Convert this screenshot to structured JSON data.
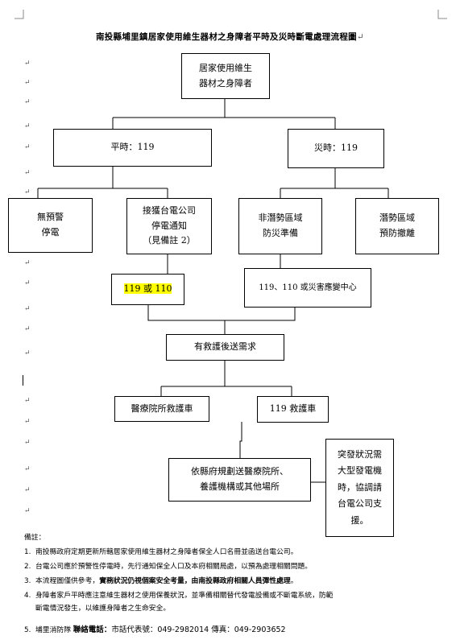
{
  "title": "南投縣埔里鎮居家使用維生器材之身障者平時及災時斷電處理流程圖",
  "paragraph_mark": "↵",
  "flow": {
    "top": {
      "line1": "居家使用維生",
      "line2": "器材之身障者"
    },
    "normal": "平時：119",
    "disaster": "災時：119",
    "no_warning": {
      "line1": "無預警",
      "line2": "停電"
    },
    "notice": {
      "line1": "接獲台電公司",
      "line2": "停電通知",
      "line3": "（見備註 2）"
    },
    "non_risk": {
      "line1": "非潛勢區域",
      "line2": "防災準備"
    },
    "risk": {
      "line1": "潛勢區域",
      "line2": "預防撤離"
    },
    "call_119_110": "119 或 110",
    "emergency_center": "119、110 或災害應變中心",
    "rescue_need": "有救護後送需求",
    "hospital_ambulance": "醫療院所救護車",
    "ambulance_119": "119 救護車",
    "transport": {
      "line1": "依縣府規劃送醫療院所、",
      "line2": "養護機構或其他場所"
    },
    "emergency": {
      "line1": "突發狀況需",
      "line2": "大型發電機",
      "line3": "時，協調請",
      "line4": "台電公司支",
      "line5": "援。"
    }
  },
  "notes": {
    "heading": "備註：",
    "items": [
      {
        "num": "1.",
        "text": "南投縣政府定期更新所轄居家使用維生器材之身障者保全人口名冊並函送台電公司。"
      },
      {
        "num": "2.",
        "text": "台電公司應於預警性停電時，先行通知保全人口及本府相關局處，以預為處理相關問題。"
      },
      {
        "num": "3.",
        "text_a": "本流程圖僅供參考，",
        "text_b": "實務狀況仍視個案安全考量，由南投縣政府相關人員彈性處理",
        "text_c": "。"
      },
      {
        "num": "4.",
        "line1": "身障者家戶平時應注意維生器材之使用保養狀況，並準備相關替代發電設備或不斷電系統，防範",
        "line2": "斷電情況發生，以維護身障者之生命安全。"
      },
      {
        "num": "5.",
        "unit": "埔里消防隊",
        "contact_label": "聯絡電話：",
        "contact": "市話代表號：049-2982014 傳真：049-2903652"
      }
    ]
  }
}
